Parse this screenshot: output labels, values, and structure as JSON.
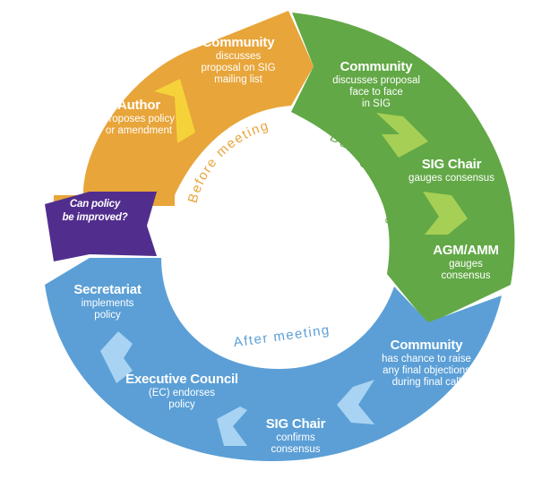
{
  "colors": {
    "before": "#E8A53A",
    "during": "#62A846",
    "after": "#5B9FD6",
    "improve": "#512E8D",
    "chevron_before": "#F6D23A",
    "chevron_during": "#A6CF55",
    "chevron_after": "#A9D3F2",
    "phase_label_before": "#E8A53A",
    "phase_label_during": "#62A846",
    "phase_label_after": "#5B9FD6"
  },
  "phases": {
    "before": "Before meeting",
    "during": "During meeting",
    "after": "After meeting"
  },
  "steps": {
    "community_mailing": {
      "title": "Community",
      "lines": [
        "discusses",
        "proposal on SIG",
        "mailing list"
      ]
    },
    "author": {
      "title": "Author",
      "lines": [
        "proposes policy",
        "or amendment"
      ]
    },
    "can_improve": {
      "title_lines": [
        "Can policy",
        "be improved?"
      ]
    },
    "community_face": {
      "title": "Community",
      "lines": [
        "discusses proposal",
        "face to face",
        "in SIG"
      ]
    },
    "sig_chair_gauges": {
      "title": "SIG Chair",
      "lines": [
        "gauges consensus"
      ]
    },
    "agm_amm": {
      "title": "AGM/AMM",
      "lines": [
        "gauges",
        "consensus"
      ]
    },
    "secretariat": {
      "title": "Secretariat",
      "lines": [
        "implements",
        "policy"
      ]
    },
    "executive_council": {
      "title": "Executive Council",
      "lines": [
        "(EC) endorses",
        "policy"
      ]
    },
    "sig_chair_confirms": {
      "title": "SIG Chair",
      "lines": [
        "confirms",
        "consensus"
      ]
    },
    "community_final": {
      "title": "Community",
      "lines": [
        "has chance to raise",
        "any final objections",
        "during final call"
      ]
    }
  }
}
